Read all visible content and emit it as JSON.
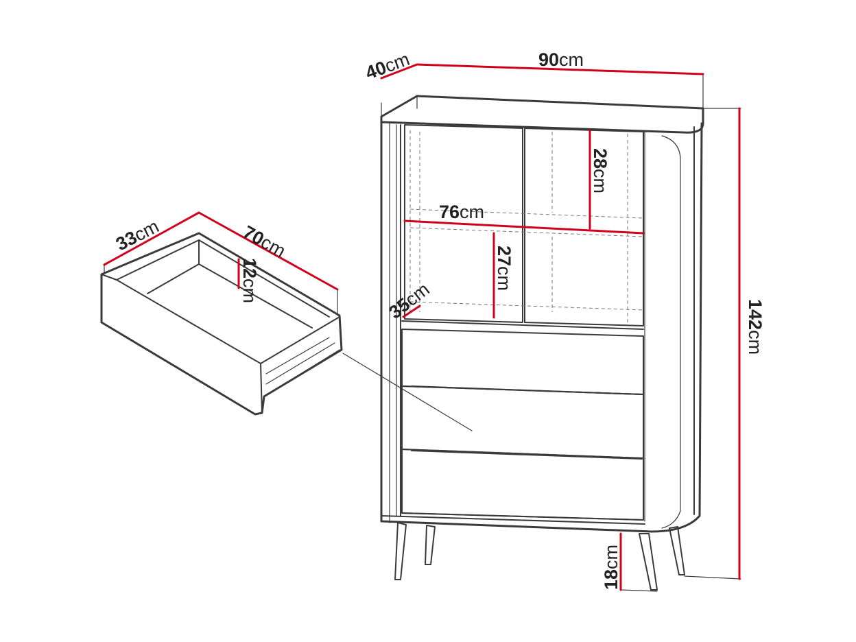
{
  "colors": {
    "outline": "#3a3a3a",
    "dimension": "#d0021b",
    "text": "#222222",
    "background": "#ffffff"
  },
  "dimensions": {
    "depth": {
      "value": "40",
      "unit": "cm"
    },
    "width": {
      "value": "90",
      "unit": "cm"
    },
    "height": {
      "value": "142",
      "unit": "cm"
    },
    "shelf_height": {
      "value": "28",
      "unit": "cm"
    },
    "inner_width": {
      "value": "76",
      "unit": "cm"
    },
    "compartment": {
      "value": "27",
      "unit": "cm"
    },
    "shelf_depth": {
      "value": "35",
      "unit": "cm"
    },
    "leg_height": {
      "value": "18",
      "unit": "cm"
    },
    "drawer_depth": {
      "value": "33",
      "unit": "cm"
    },
    "drawer_width": {
      "value": "70",
      "unit": "cm"
    },
    "drawer_height": {
      "value": "12",
      "unit": "cm"
    }
  }
}
